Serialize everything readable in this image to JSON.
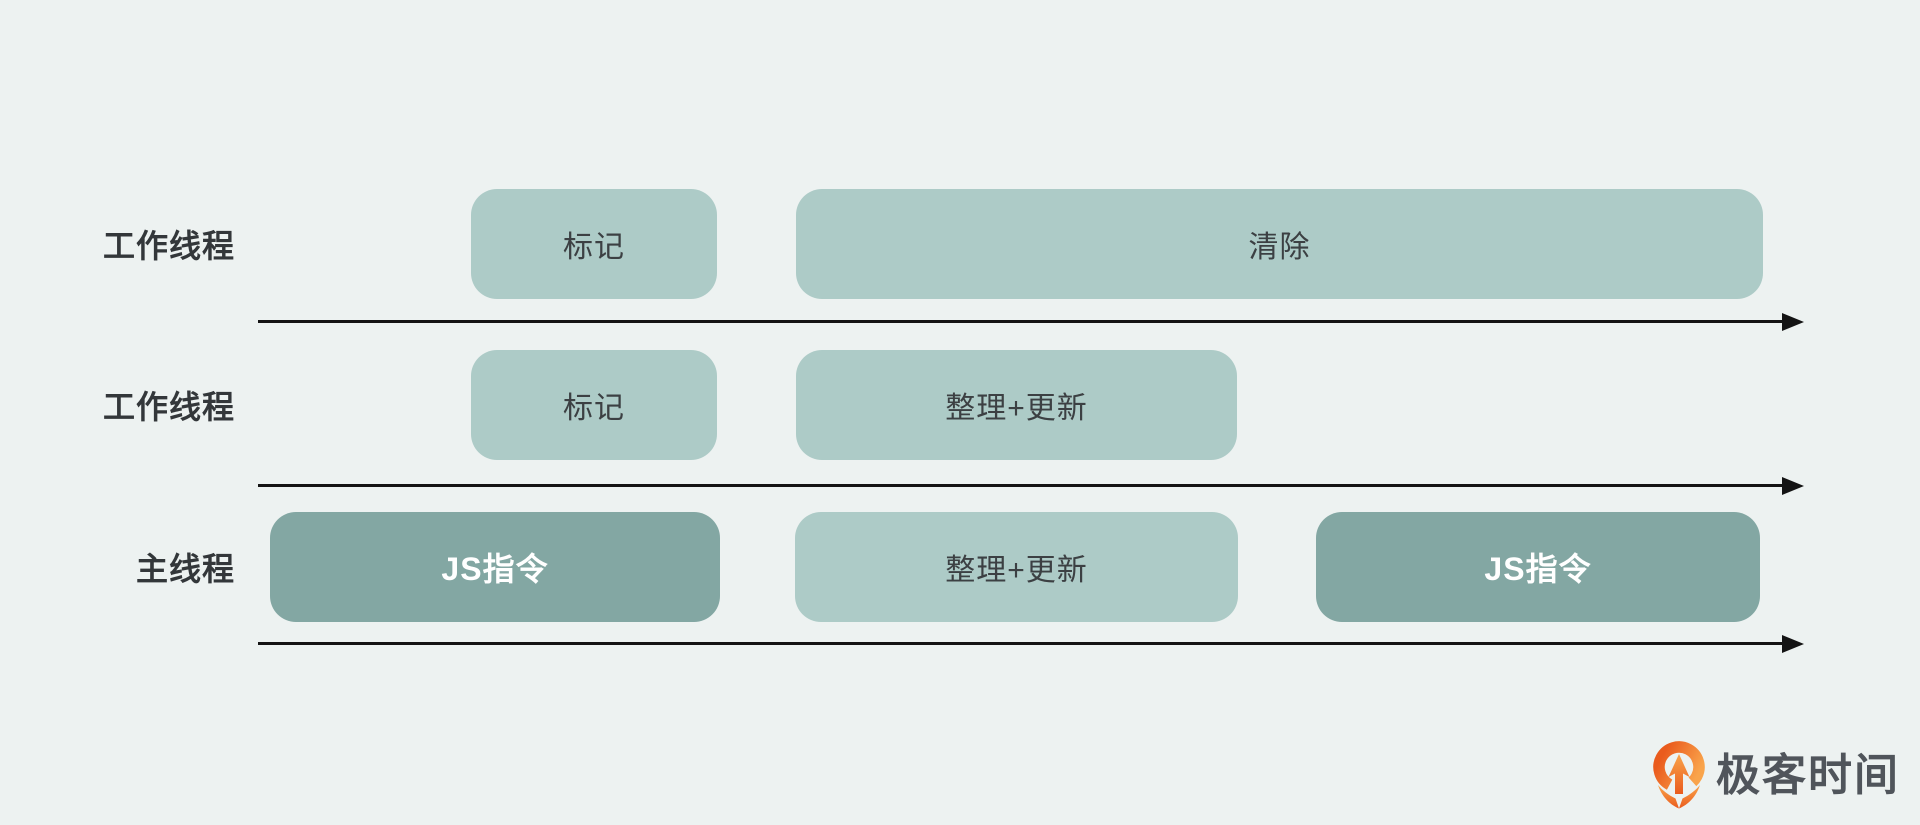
{
  "diagram": {
    "rows": [
      {
        "label": "工作线程",
        "boxes": [
          {
            "text": "标记",
            "variant": "light"
          },
          {
            "text": "清除",
            "variant": "light"
          }
        ]
      },
      {
        "label": "工作线程",
        "boxes": [
          {
            "text": "标记",
            "variant": "light"
          },
          {
            "text": "整理+更新",
            "variant": "light"
          }
        ]
      },
      {
        "label": "主线程",
        "boxes": [
          {
            "text": "JS指令",
            "variant": "dark"
          },
          {
            "text": "整理+更新",
            "variant": "light"
          },
          {
            "text": "JS指令",
            "variant": "dark"
          }
        ]
      }
    ],
    "colors": {
      "background": "#edf2f1",
      "box_light": "#adcbc7",
      "box_dark": "#83a7a3",
      "box_text_dark": "#3c4043",
      "box_text_light": "#ffffff",
      "arrow": "#141414",
      "logo_orange_top": "#f9a44b",
      "logo_orange_bottom": "#ea5b1d",
      "logo_text": "#50555b"
    }
  },
  "logo": {
    "text": "极客时间",
    "icon": "geektime-pin-icon"
  }
}
